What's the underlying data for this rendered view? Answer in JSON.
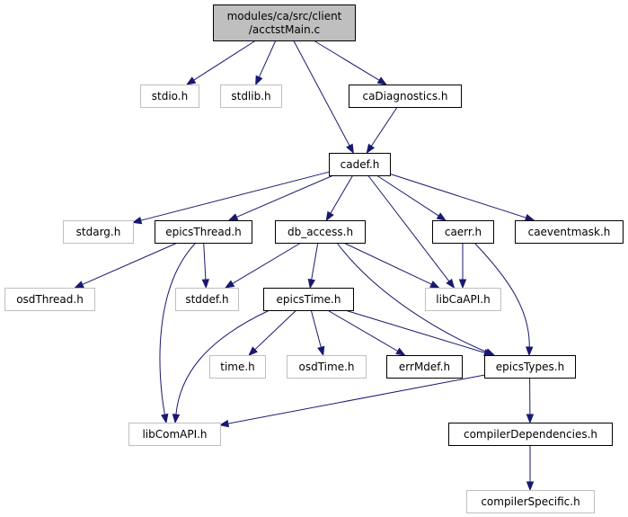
{
  "colors": {
    "edge": "#191970",
    "root_fill": "#bfbfbf",
    "border_solid": "#000000",
    "border_muted": "#bfbfbf",
    "text": "#000000"
  },
  "nodes": {
    "root": {
      "lines": [
        "modules/ca/src/client",
        "/acctstMain.c"
      ],
      "style": "root"
    },
    "stdio_h": {
      "lines": [
        "stdio.h"
      ],
      "style": "external"
    },
    "stdlib_h": {
      "lines": [
        "stdlib.h"
      ],
      "style": "external"
    },
    "caDiagnostics_h": {
      "lines": [
        "caDiagnostics.h"
      ],
      "style": "documented"
    },
    "cadef_h": {
      "lines": [
        "cadef.h"
      ],
      "style": "documented"
    },
    "stdarg_h": {
      "lines": [
        "stdarg.h"
      ],
      "style": "external"
    },
    "epicsThread_h": {
      "lines": [
        "epicsThread.h"
      ],
      "style": "documented"
    },
    "db_access_h": {
      "lines": [
        "db_access.h"
      ],
      "style": "documented"
    },
    "caerr_h": {
      "lines": [
        "caerr.h"
      ],
      "style": "documented"
    },
    "caeventmask_h": {
      "lines": [
        "caeventmask.h"
      ],
      "style": "documented"
    },
    "osdThread_h": {
      "lines": [
        "osdThread.h"
      ],
      "style": "external"
    },
    "stddef_h": {
      "lines": [
        "stddef.h"
      ],
      "style": "external"
    },
    "epicsTime_h": {
      "lines": [
        "epicsTime.h"
      ],
      "style": "documented"
    },
    "libCaAPI_h": {
      "lines": [
        "libCaAPI.h"
      ],
      "style": "external"
    },
    "time_h": {
      "lines": [
        "time.h"
      ],
      "style": "external"
    },
    "osdTime_h": {
      "lines": [
        "osdTime.h"
      ],
      "style": "external"
    },
    "errMdef_h": {
      "lines": [
        "errMdef.h"
      ],
      "style": "documented"
    },
    "epicsTypes_h": {
      "lines": [
        "epicsTypes.h"
      ],
      "style": "documented"
    },
    "libComAPI_h": {
      "lines": [
        "libComAPI.h"
      ],
      "style": "external"
    },
    "compilerDependencies_h": {
      "lines": [
        "compilerDependencies.h"
      ],
      "style": "documented"
    },
    "compilerSpecific_h": {
      "lines": [
        "compilerSpecific.h"
      ],
      "style": "external"
    }
  },
  "edges": [
    [
      "root",
      "stdio_h"
    ],
    [
      "root",
      "stdlib_h"
    ],
    [
      "root",
      "caDiagnostics_h"
    ],
    [
      "root",
      "cadef_h"
    ],
    [
      "caDiagnostics_h",
      "cadef_h"
    ],
    [
      "cadef_h",
      "stdarg_h"
    ],
    [
      "cadef_h",
      "epicsThread_h"
    ],
    [
      "cadef_h",
      "db_access_h"
    ],
    [
      "cadef_h",
      "caerr_h"
    ],
    [
      "cadef_h",
      "caeventmask_h"
    ],
    [
      "cadef_h",
      "libCaAPI_h"
    ],
    [
      "epicsThread_h",
      "osdThread_h"
    ],
    [
      "epicsThread_h",
      "stddef_h"
    ],
    [
      "epicsThread_h",
      "libComAPI_h"
    ],
    [
      "db_access_h",
      "stddef_h"
    ],
    [
      "db_access_h",
      "epicsTime_h"
    ],
    [
      "db_access_h",
      "libCaAPI_h"
    ],
    [
      "db_access_h",
      "epicsTypes_h"
    ],
    [
      "caerr_h",
      "libCaAPI_h"
    ],
    [
      "caerr_h",
      "epicsTypes_h"
    ],
    [
      "epicsTime_h",
      "time_h"
    ],
    [
      "epicsTime_h",
      "osdTime_h"
    ],
    [
      "epicsTime_h",
      "errMdef_h"
    ],
    [
      "epicsTime_h",
      "epicsTypes_h"
    ],
    [
      "epicsTime_h",
      "libComAPI_h"
    ],
    [
      "epicsTypes_h",
      "libComAPI_h"
    ],
    [
      "epicsTypes_h",
      "compilerDependencies_h"
    ],
    [
      "compilerDependencies_h",
      "compilerSpecific_h"
    ]
  ]
}
